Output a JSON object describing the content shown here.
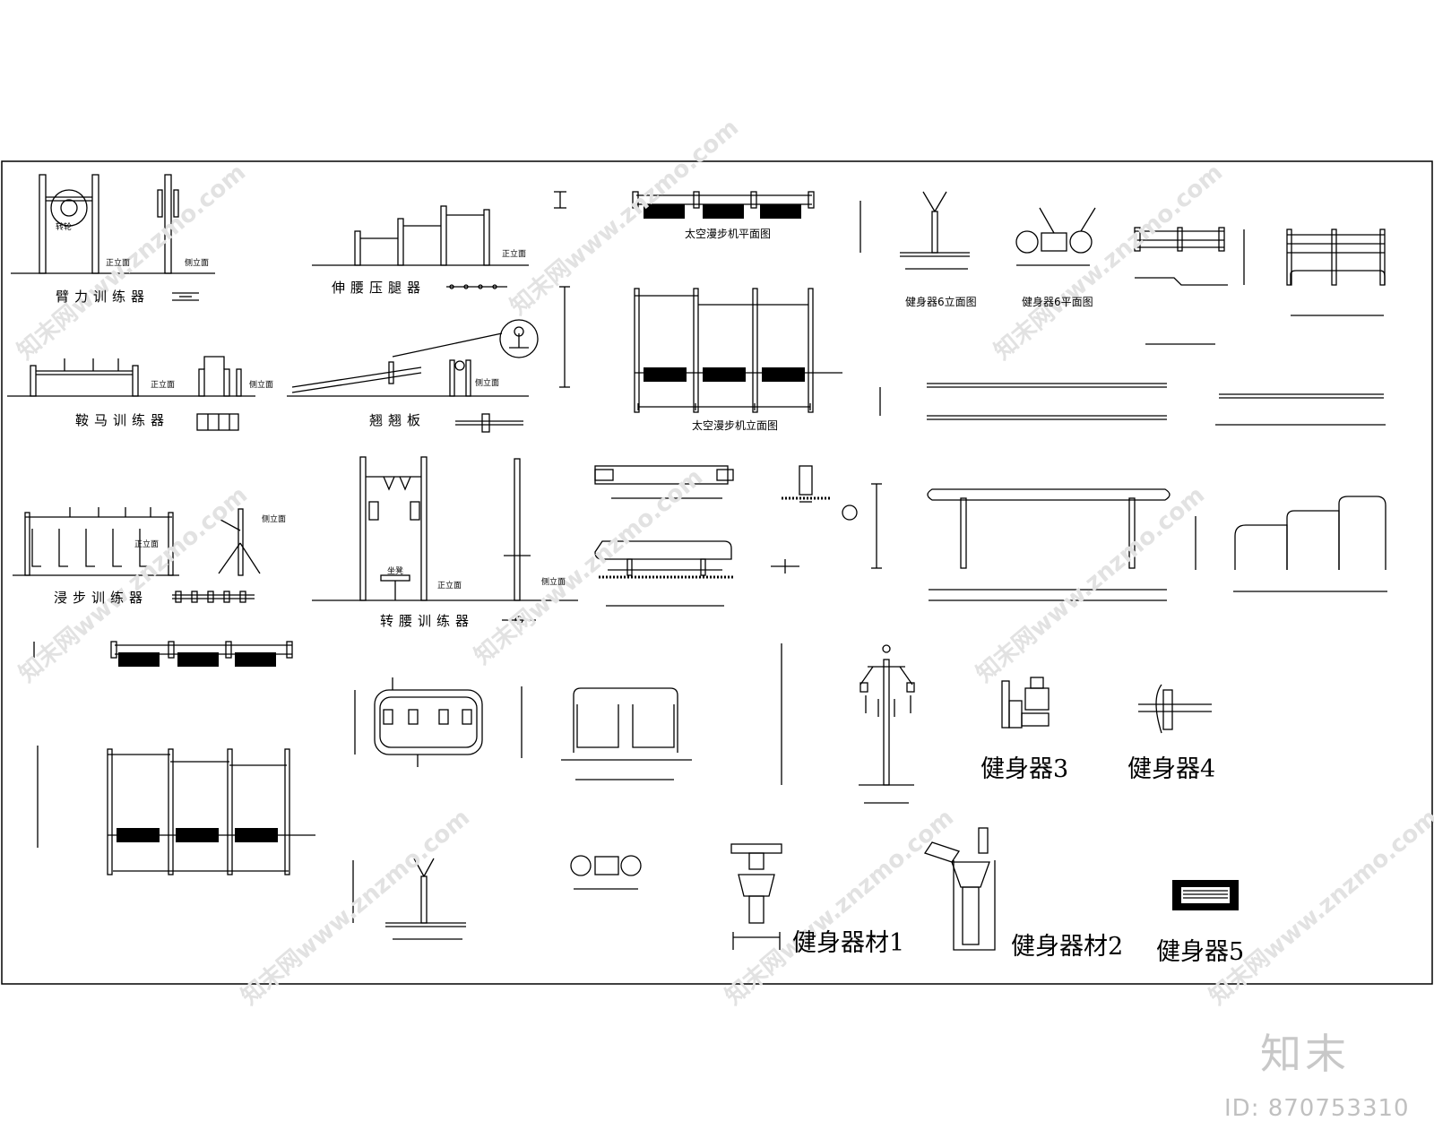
{
  "captions": {
    "arm_trainer": "臂力训练器",
    "pommel_trainer": "鞍马训练器",
    "walk_trainer": "浸步训练器",
    "stretch_device": "伸腰压腿器",
    "seesaw": "翘翘板",
    "waist_trainer": "转腰训练器",
    "stepper_plan": "太空漫步机平面图",
    "stepper_elev": "太空漫步机立面图",
    "f6_elev": "健身器6立面图",
    "f6_plan": "健身器6平面图"
  },
  "big_labels": {
    "f3": "健身器3",
    "f4": "健身器4",
    "eq1": "健身器材1",
    "eq2": "健身器材2",
    "f5": "健身器5"
  },
  "elevation_notes": {
    "front": "正立面",
    "side": "侧立面",
    "seat": "坐凳",
    "wheel": "转轮"
  },
  "watermark": {
    "text": "知末网www.znzmo.com"
  },
  "branding": {
    "logo": "知末",
    "id_text": "ID: 870753310"
  }
}
